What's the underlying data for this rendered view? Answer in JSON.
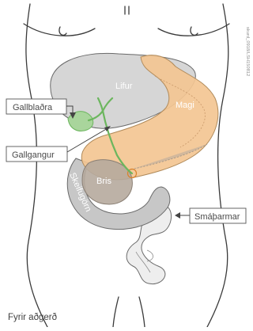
{
  "labels": {
    "liver": "Lifur",
    "stomach": "Magi",
    "pancreas": "Bris",
    "duodenum": "Skeifugörn",
    "gallbladder": "Gallblaðra",
    "bile_duct": "Gallgangur",
    "small_intestine": "Smáþarmar"
  },
  "caption": "Fyrir aðgerð",
  "image_code": "skurd_0918/LSH150812",
  "colors": {
    "outline": "#3a3a3a",
    "liver": "#d6d6d6",
    "stomach": "#f3c693",
    "pancreas": "#b6aa9d",
    "duodenum": "#c7c7c7",
    "intestine": "#eeeeee",
    "gallbladder": "#a9d59c",
    "duct": "#6cb65e"
  }
}
